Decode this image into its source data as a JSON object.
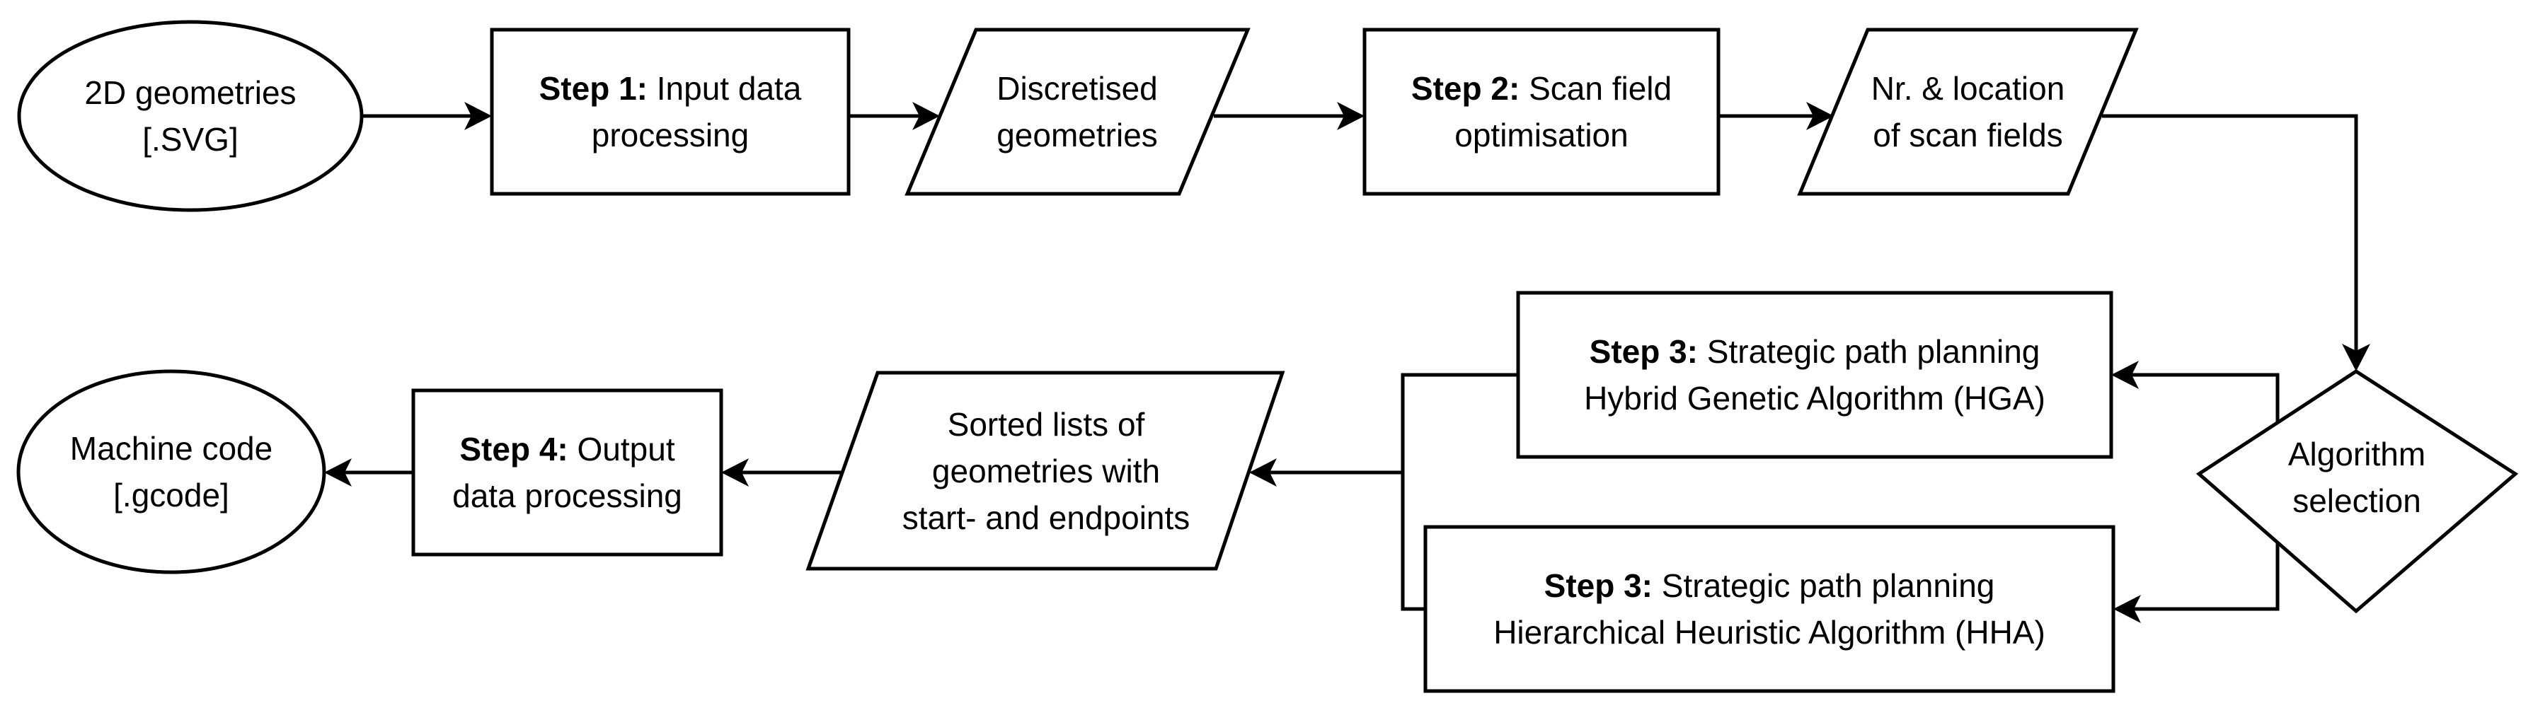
{
  "nodes": {
    "input_geom": {
      "line1": "2D geometries",
      "line2": "[.SVG]"
    },
    "step1": {
      "bold": "Step 1:",
      "rest": "Input data",
      "line2": "processing"
    },
    "discretised": {
      "line1": "Discretised",
      "line2": "geometries"
    },
    "step2": {
      "bold": "Step 2:",
      "rest": "Scan field",
      "line2": "optimisation"
    },
    "scan_fields": {
      "line1": "Nr. & location",
      "line2": "of scan fields"
    },
    "algo_select": {
      "line1": "Algorithm",
      "line2": "selection"
    },
    "step3_hga": {
      "bold": "Step 3:",
      "rest": "Strategic path planning",
      "line2": "Hybrid Genetic Algorithm (HGA)"
    },
    "step3_hha": {
      "bold": "Step 3:",
      "rest": "Strategic path planning",
      "line2": "Hierarchical Heuristic Algorithm (HHA)"
    },
    "sorted_lists": {
      "line1": "Sorted lists of",
      "line2": "geometries with",
      "line3": "start- and endpoints"
    },
    "step4": {
      "bold": "Step 4:",
      "rest": "Output",
      "line2": "data processing"
    },
    "machine_code": {
      "line1": "Machine code",
      "line2": "[.gcode]"
    }
  },
  "colors": {
    "stroke": "#000000",
    "fill": "#ffffff",
    "text": "#000000"
  }
}
